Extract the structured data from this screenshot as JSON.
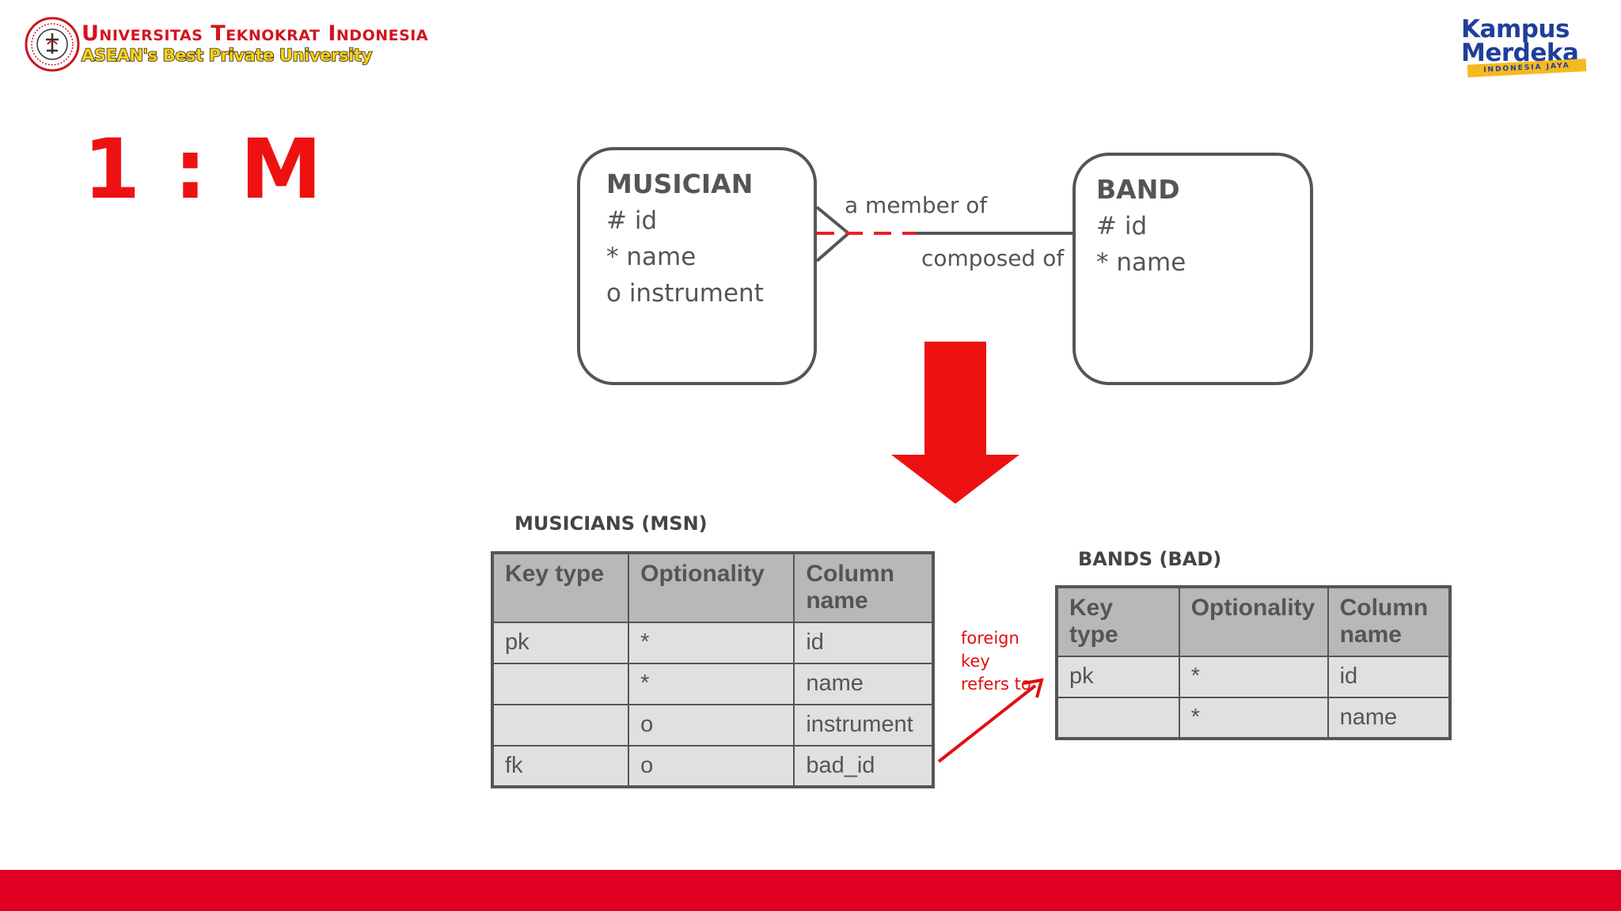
{
  "header": {
    "university_name": "Universitas Teknokrat Indonesia",
    "tagline": "ASEAN's Best Private University",
    "partner_logo": {
      "line1": "Kampus",
      "line2": "Merdeka",
      "band_text": "INDONESIA JAYA"
    }
  },
  "relation_type": "1 : M",
  "erd": {
    "musician": {
      "title": "MUSICIAN",
      "attributes": [
        "# id",
        "* name",
        "o instrument"
      ]
    },
    "band": {
      "title": "BAND",
      "attributes": [
        "# id",
        "* name"
      ]
    },
    "relationship": {
      "musician_side": "a member of",
      "band_side": "composed of"
    }
  },
  "tables": {
    "musicians": {
      "caption": "MUSICIANS (MSN)",
      "headers": [
        "Key type",
        "Optionality",
        "Column name"
      ],
      "rows": [
        [
          "pk",
          "*",
          "id"
        ],
        [
          "",
          "*",
          "name"
        ],
        [
          "",
          "o",
          "instrument"
        ],
        [
          "fk",
          "o",
          "bad_id"
        ]
      ]
    },
    "bands": {
      "caption": "BANDS (BAD)",
      "headers": [
        "Key type",
        "Optionality",
        "Column name"
      ],
      "rows": [
        [
          "pk",
          "*",
          "id"
        ],
        [
          "",
          "*",
          "name"
        ]
      ]
    }
  },
  "fk_note": "foreign key refers to",
  "colors": {
    "accent_red": "#e00022",
    "title_red": "#ee1111",
    "outline_gray": "#555555",
    "header_gray": "#b8b8b8",
    "cell_gray": "#e0e0e0"
  }
}
